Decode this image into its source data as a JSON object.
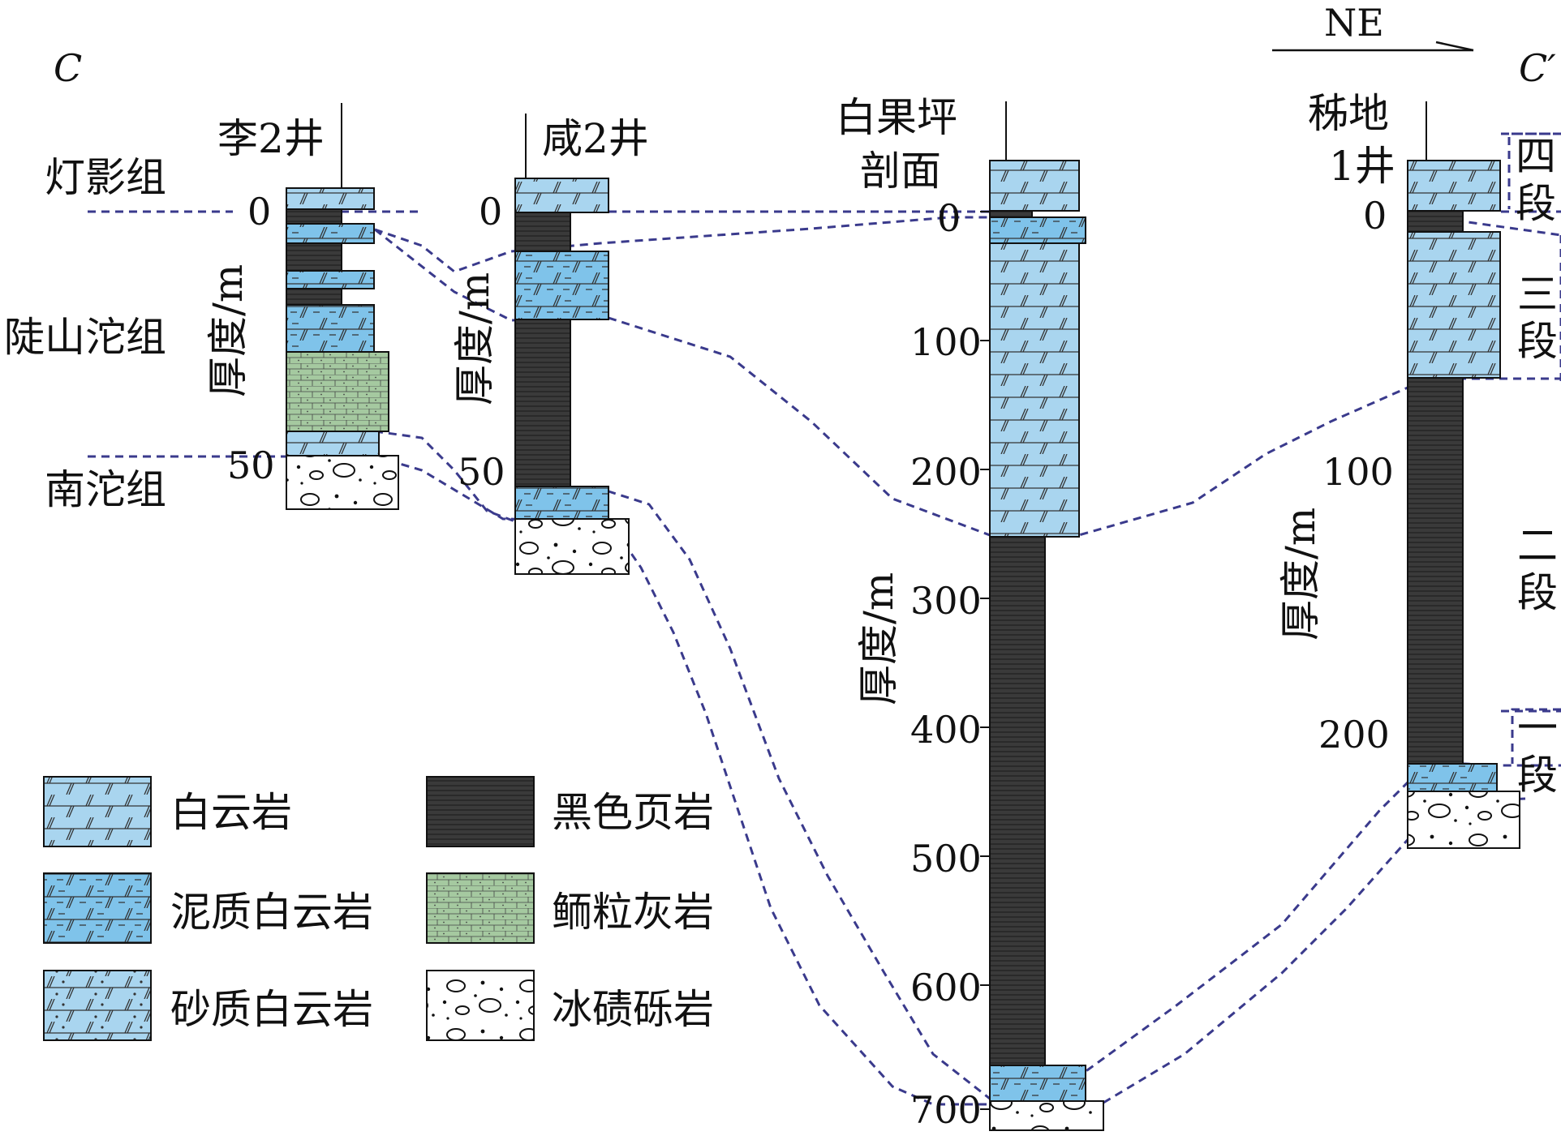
{
  "section": {
    "left_label": "C",
    "right_label": "C′",
    "direction_label": "NE"
  },
  "formations": {
    "top": "灯影组",
    "middle": "陡山沱组",
    "bottom": "南沱组"
  },
  "members": [
    "四段",
    "三段",
    "二段",
    "一段"
  ],
  "thickness_label": "厚度/m",
  "columns": [
    {
      "id": "li2",
      "name_lines": [
        "李2井"
      ],
      "ticks": [
        "0",
        "50"
      ]
    },
    {
      "id": "xian2",
      "name_lines": [
        "咸2井"
      ],
      "ticks": [
        "0",
        "50"
      ]
    },
    {
      "id": "baiguoping",
      "name_lines": [
        "白果坪",
        "剖面"
      ],
      "ticks": [
        "0",
        "100",
        "200",
        "300",
        "400",
        "500",
        "600",
        "700"
      ]
    },
    {
      "id": "zidi1",
      "name_lines": [
        "秭地",
        "1井"
      ],
      "ticks": [
        "0",
        "100",
        "200"
      ]
    }
  ],
  "legend": [
    {
      "key": "dolomite",
      "label": "白云岩"
    },
    {
      "key": "black_shale",
      "label": "黑色页岩"
    },
    {
      "key": "argillaceous_dolomite",
      "label": "泥质白云岩"
    },
    {
      "key": "oolitic_limestone",
      "label": "鲕粒灰岩"
    },
    {
      "key": "sandy_dolomite",
      "label": "砂质白云岩"
    },
    {
      "key": "tillite",
      "label": "冰碛砾岩"
    }
  ],
  "colors": {
    "dolomite": "#a9d5ef",
    "argillaceous_dolomite": "#7fc3ea",
    "black_shale": "#3a3a3a",
    "oolitic_limestone": "#a5c9a0",
    "correlation_line": "#3a3a8c"
  }
}
